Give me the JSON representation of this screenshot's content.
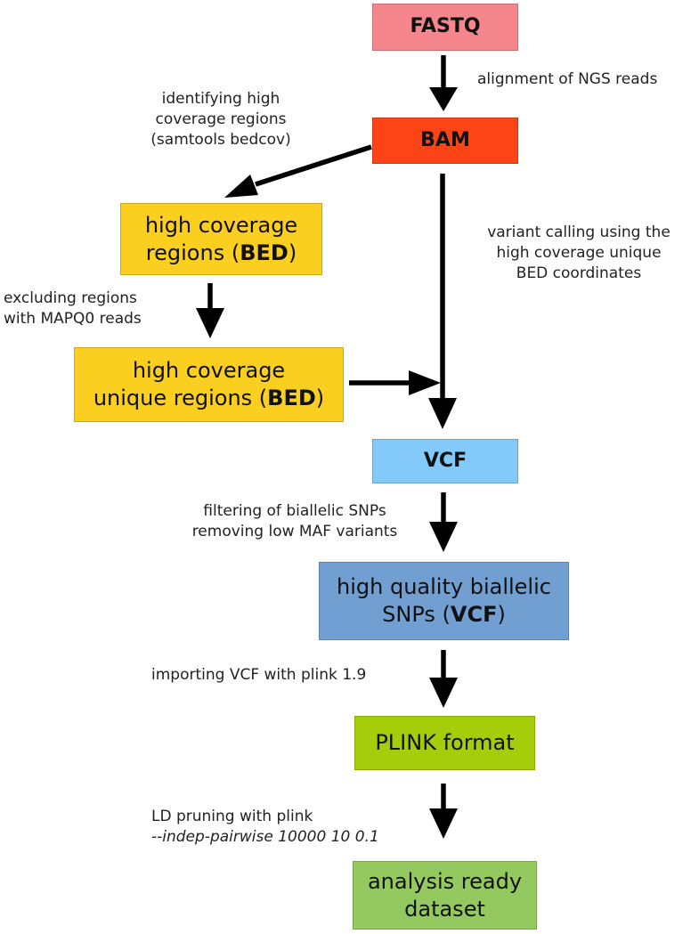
{
  "nodes": {
    "fastq": {
      "line1": "FASTQ"
    },
    "bam": {
      "line1": "BAM"
    },
    "high_coverage": {
      "line1": "high coverage",
      "line2_pre": "regions (",
      "line2_bold": "BED",
      "line2_post": ")"
    },
    "high_coverage_unique": {
      "line1": "high coverage",
      "line2_pre": "unique regions (",
      "line2_bold": "BED",
      "line2_post": ")"
    },
    "vcf": {
      "line1": "VCF"
    },
    "hq_snps": {
      "line1": "high quality biallelic",
      "line2_pre": "SNPs (",
      "line2_bold": "VCF",
      "line2_post": ")"
    },
    "plink": {
      "line1": "PLINK format"
    },
    "analysis": {
      "line1": "analysis ready",
      "line2": "dataset"
    }
  },
  "edges": {
    "alignment": "alignment of NGS reads",
    "identifying": [
      "identifying high",
      "coverage regions",
      "(samtools bedcov)"
    ],
    "variant_calling": [
      "variant calling using the",
      "high coverage unique",
      "BED coordinates"
    ],
    "excluding": [
      "excluding regions",
      "with MAPQ0 reads"
    ],
    "filtering": [
      "filtering of biallelic SNPs",
      "removing low MAF variants"
    ],
    "importing": "importing VCF with plink 1.9",
    "ld_pruning": [
      "LD pruning with plink",
      "--indep-pairwise 10000 10 0.1"
    ]
  },
  "colors": {
    "fastq": "#f4868c",
    "bam": "#fc4416",
    "bed": "#fbcf20",
    "vcf": "#83cafa",
    "hq_snps": "#729fd2",
    "plink": "#a6cd0a",
    "analysis": "#94c95f",
    "arrow": "#000000"
  }
}
